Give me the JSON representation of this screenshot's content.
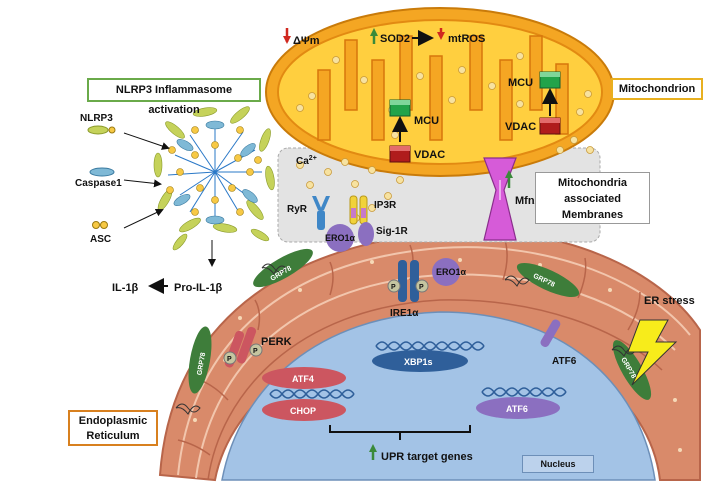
{
  "boxes": {
    "inflammasome": "NLRP3 Inflammasome activation",
    "mitochondrion": "Mitochondrion",
    "mam_line1": "Mitochondria",
    "mam_line2": "associated",
    "mam_line3": "Membranes",
    "er_line1": "Endoplasmic",
    "er_line2": "Reticulum",
    "nucleus": "Nucleus"
  },
  "mito": {
    "delta_psi": "ΔΨm",
    "sod2": "SOD2",
    "mtros": "mtROS",
    "mcu": "MCU",
    "vdac": "VDAC"
  },
  "mam": {
    "ca": "Ca",
    "ca_sup": "2+",
    "ryr": "RyR",
    "ip3r": "IP3R",
    "ero1a": "ERO1α",
    "sig1r": "Sig-1R",
    "mfn2": "Mfn2"
  },
  "inflammasome": {
    "nlrp3": "NLRP3",
    "caspase1": "Caspase1",
    "asc": "ASC",
    "il1b": "IL-1β",
    "pro_il1b": "Pro-IL-1β"
  },
  "er": {
    "grp78": "GRP78",
    "perk": "PERK",
    "ire1a": "IRE1α",
    "atf6": "ATF6",
    "p": "P",
    "stress": "ER stress"
  },
  "nucleus": {
    "xbp1s": "XBP1s",
    "atf4": "ATF4",
    "chop": "CHOP",
    "atf6": "ATF6",
    "upr": "UPR target genes"
  },
  "colors": {
    "mito_outer": "#f4a623",
    "mito_inner": "#ffcf3f",
    "er": "#d98a6a",
    "er_light": "#f2c6ad",
    "nucleus": "#a3c3e6",
    "grp78": "#3e7d3a",
    "protein_purple": "#8b6fc0",
    "protein_red": "#cc5660",
    "helix": "#2f5f9a",
    "up_arrow": "#3a8a3a",
    "down_arrow": "#d0281f",
    "border_green": "#6aaa4a",
    "border_orange": "#d8801f"
  }
}
